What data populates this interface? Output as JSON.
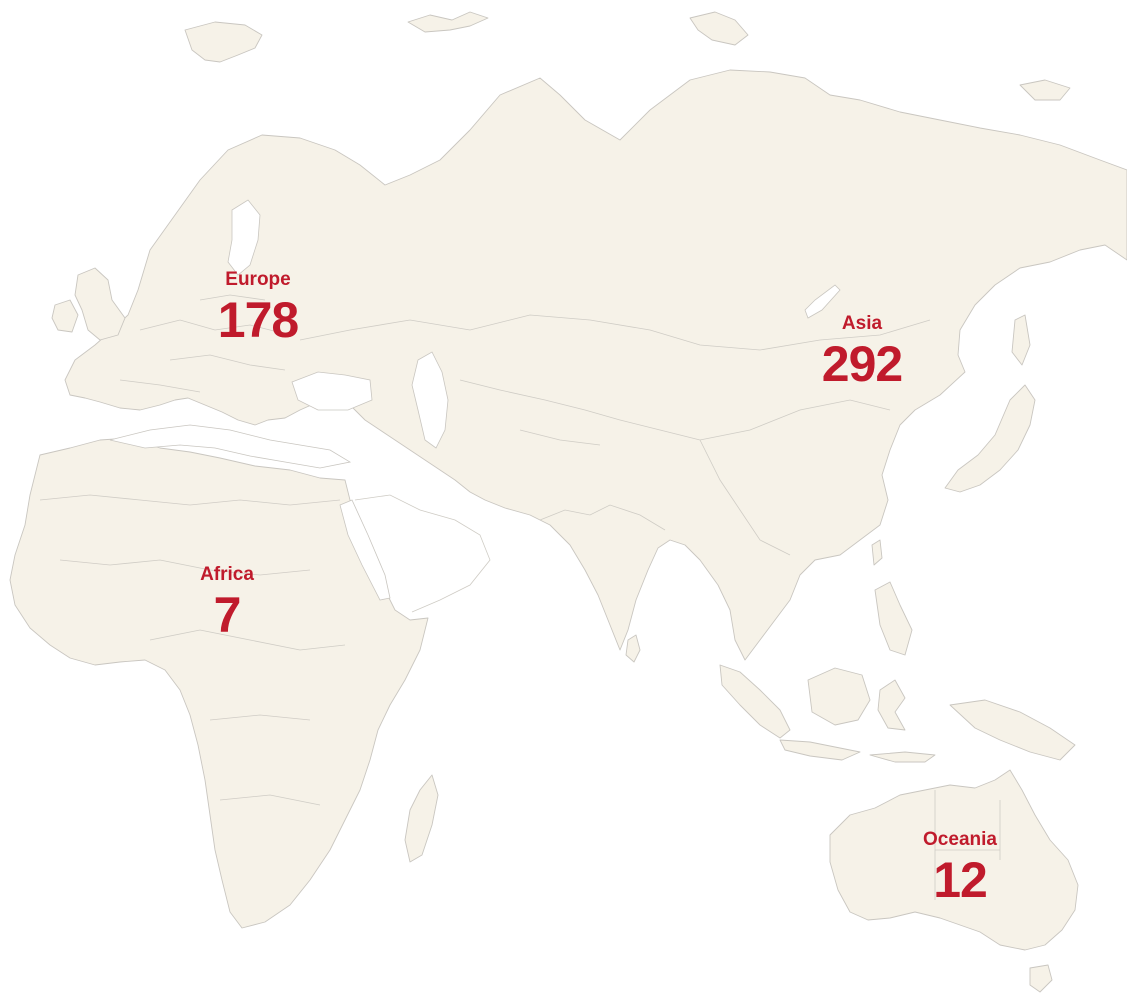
{
  "map": {
    "label_color": "#c01b2c",
    "land_color": "#f6f2e8",
    "border_color": "#c9c6c0"
  },
  "regions": {
    "europe": {
      "name": "Europe",
      "count": "178"
    },
    "asia": {
      "name": "Asia",
      "count": "292"
    },
    "africa": {
      "name": "Africa",
      "count": "7"
    },
    "oceania": {
      "name": "Oceania",
      "count": "12"
    }
  }
}
